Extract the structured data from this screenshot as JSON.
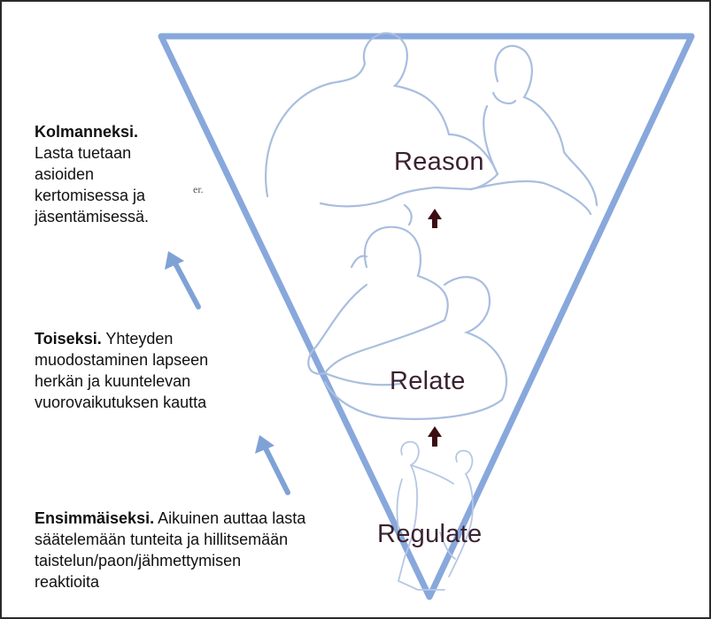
{
  "stages": {
    "top": "Reason",
    "middle": "Relate",
    "bottom": "Regulate"
  },
  "notes": {
    "third": {
      "heading": "Kolmanneksi.",
      "lines": [
        "Lasta tuetaan",
        "asioiden",
        "kertomisessa ja",
        "jäsentämisessä."
      ]
    },
    "second": {
      "heading": "Toiseksi.",
      "first_line_rest": " Yhteyden",
      "lines": [
        "muodostaminen lapseen",
        "herkän ja kuuntelevan",
        "vuorovaikutuksen kautta"
      ]
    },
    "first": {
      "heading": "Ensimmäiseksi.",
      "first_line_rest": " Aikuinen auttaa lasta",
      "lines": [
        "säätelemään tunteita ja hillitsemään",
        "taistelun/paon/jähmettymisen",
        "reaktioita"
      ]
    }
  },
  "stray_text": "er.",
  "colors": {
    "triangle": "#88a8dc",
    "figure_line": "#a9bedf",
    "arrow_up_dark": "#3b0d12",
    "side_arrow": "#7fa2d6",
    "label": "#3a2230"
  }
}
